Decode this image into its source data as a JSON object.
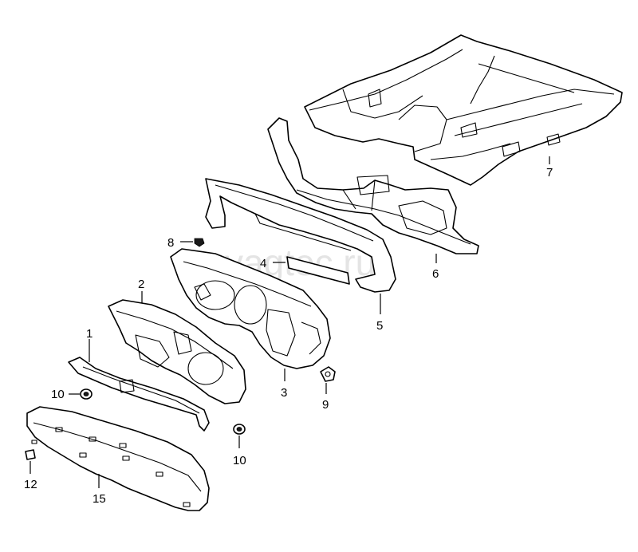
{
  "watermark": "vagtec.ru",
  "callouts": {
    "c1": "1",
    "c2": "2",
    "c3": "3",
    "c4": "4",
    "c5": "5",
    "c6": "6",
    "c7": "7",
    "c8": "8",
    "c9": "9",
    "c10a": "10",
    "c10b": "10",
    "c12": "12",
    "c15": "15"
  }
}
